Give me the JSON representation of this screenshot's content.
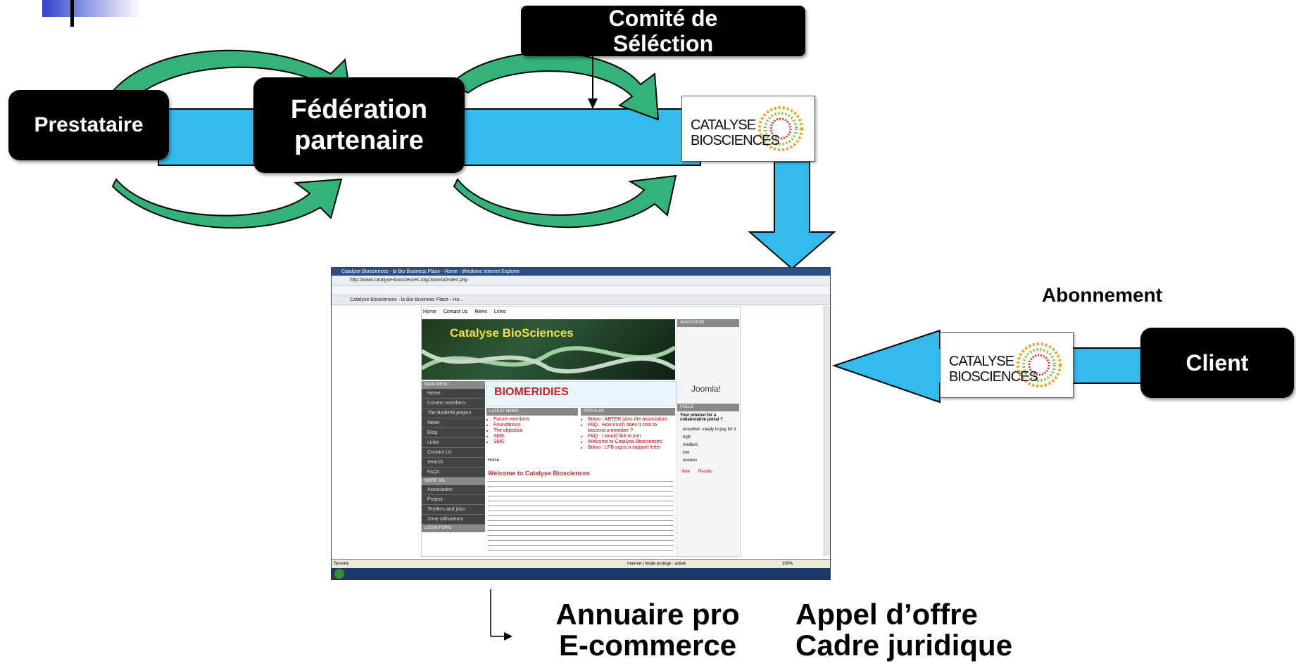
{
  "diagram": {
    "prestataire": "Prestataire",
    "federation_line1": "Fédération",
    "federation_line2": "partenaire",
    "comite_line1": "Comité de",
    "comite_line2": "Séléction",
    "abonnement": "Abonnement",
    "client": "Client",
    "annuaire": "Annuaire pro",
    "ecommerce": "E-commerce",
    "appel": "Appel d’offre",
    "cadre": "Cadre juridique",
    "logo_line1": "CATALYSE",
    "logo_line2": "BIOSCIENCES"
  },
  "colors": {
    "band": "#33bbee",
    "arrow_green": "#33b37a",
    "box": "#000000"
  },
  "browser": {
    "window_title": "Catalyse Biosciences - la Bio Business Place - Home - Windows Internet Explorer",
    "address": "http://www.catalyse-biosciences.org/Joomla/index.php",
    "tab": "Catalyse Biosciences - la Bio Business Place - Ho...",
    "site_tabs": [
      "Home",
      "Contact Us",
      "News",
      "Links"
    ],
    "banner_title": "Catalyse BioSciences",
    "main_menu": "MAIN MENU",
    "menu": [
      "Home",
      "Current members",
      "The BioBPM project",
      "News",
      "Blog",
      "Links",
      "Contact Us",
      "Search",
      "FAQs"
    ],
    "more_on": "MORE ON",
    "more_menu": [
      "Association",
      "Project",
      "Tenders and jobs",
      "Zone utilisateurs"
    ],
    "login": "LOGIN FORM",
    "latest_news": "LATEST NEWS",
    "latest_items": [
      "Future members",
      "Foundations",
      "The objective",
      "SMS",
      "SMS"
    ],
    "popular": "POPULAR",
    "popular_items": [
      "Bravo : ARTER joins the association",
      "FAQ : How much does it cost to become a member ?",
      "FAQ : I would like to join",
      "Welcome to Catalyse Biosciences",
      "Bravo : LFB signs a support letter"
    ],
    "breadcrumb": "Home",
    "welcome": "Welcome to Catalyse Biosciences",
    "polls": "POLLS",
    "poll_q": "Your interest for a collaborative portal ?",
    "poll_opts": [
      "essential - ready to pay for it",
      "high",
      "medium",
      "low",
      "useless"
    ],
    "vote": "Vote",
    "results": "Results",
    "status": "Terminé",
    "zone": "Internet | Mode protégé : activé",
    "zoom": "100%",
    "biomeridies": "BIOMERIDIES",
    "joomla": "Joomla!",
    "navigator": "NAVIGATOR"
  }
}
